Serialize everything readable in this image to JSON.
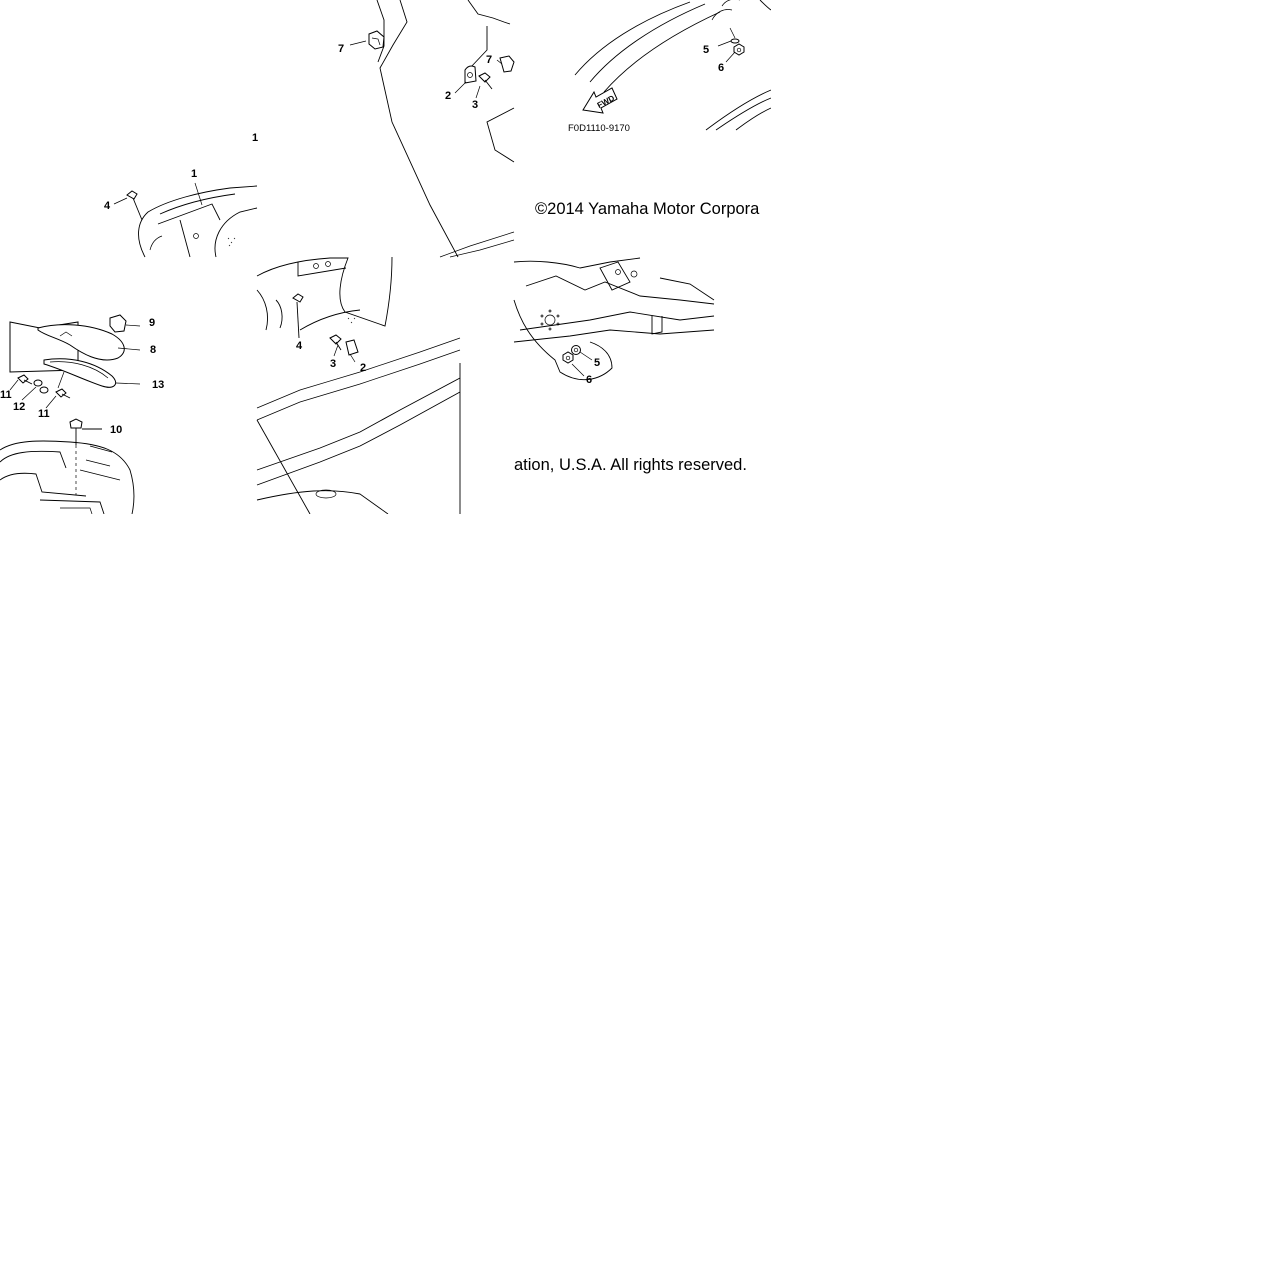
{
  "diagram": {
    "drawing_code": "F0D1110-9170",
    "fwd_arrow_label": "FWD",
    "copyright_part1": "©2014 Yamaha Motor Corpora",
    "copyright_part2": "ation, U.S.A. All rights reserved.",
    "callouts": {
      "c7_top_left": "7",
      "c2_top": "2",
      "c3_top": "3",
      "c7_top_right": "7",
      "c5_top": "5",
      "c6_top": "6",
      "c1_partial": "1",
      "c1": "1",
      "c4_upper": "4",
      "c9": "9",
      "c8": "8",
      "c13": "13",
      "c11_left": "11",
      "c12": "12",
      "c11_right": "11",
      "c10": "10",
      "c4_middle": "4",
      "c3_middle": "3",
      "c2_middle": "2",
      "c5_bottom": "5",
      "c6_bottom": "6"
    }
  }
}
